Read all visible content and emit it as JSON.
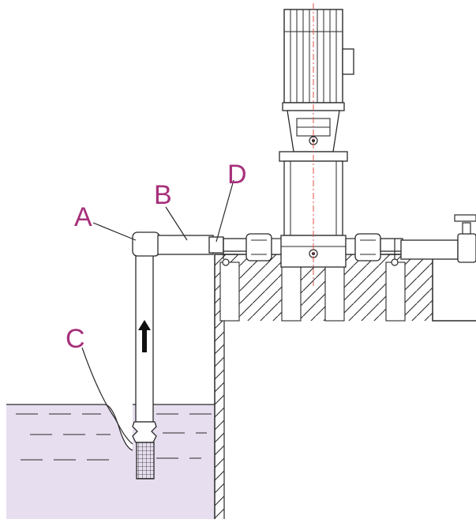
{
  "diagram": {
    "callouts": [
      {
        "id": "A",
        "text": "A"
      },
      {
        "id": "B",
        "text": "B"
      },
      {
        "id": "C",
        "text": "C"
      },
      {
        "id": "D",
        "text": "D"
      }
    ],
    "colors": {
      "callout": "#a6307a",
      "line": "#2a2a2a",
      "water": "#e7deef",
      "centerline": "#e0504a",
      "background": "#ffffff"
    },
    "icons": [
      "flow-arrow-icon",
      "motor-icon",
      "valve-icon"
    ]
  }
}
